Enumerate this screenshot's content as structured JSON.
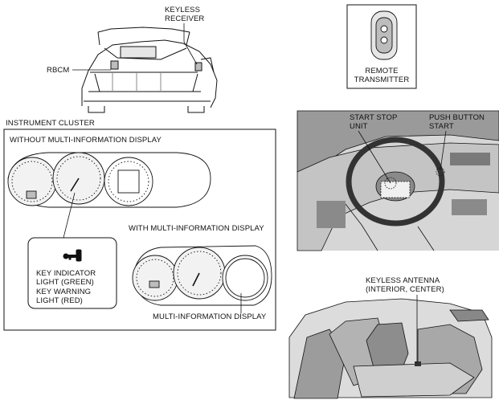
{
  "labels": {
    "keyless_receiver": [
      "KEYLESS",
      "RECEIVER"
    ],
    "rbcm": "RBCM",
    "remote_transmitter": [
      "REMOTE",
      "TRANSMITTER"
    ],
    "instrument_cluster": "INSTRUMENT CLUSTER",
    "without_mid": "WITHOUT MULTI-INFORMATION DISPLAY",
    "with_mid": "WITH MULTI-INFORMATION DISPLAY",
    "key_lights": [
      "KEY INDICATOR",
      "LIGHT (GREEN)",
      "KEY WARNING",
      "LIGHT (RED)"
    ],
    "multi_info_display": "MULTI-INFORMATION DISPLAY",
    "start_stop_unit": [
      "START STOP",
      "UNIT"
    ],
    "push_button_start": [
      "PUSH BUTTON",
      "START"
    ],
    "keyless_antenna": [
      "KEYLESS ANTENNA",
      "(INTERIOR, CENTER)"
    ]
  },
  "icons": [
    "vehicle-rear-icon",
    "remote-key-icon",
    "key-indicator-icon",
    "dashboard-icon",
    "cabin-interior-icon"
  ],
  "colors": {
    "line": "#111111",
    "shade": "#bdbdbd",
    "light": "#e6e6e6",
    "panel": "#ffffff"
  }
}
